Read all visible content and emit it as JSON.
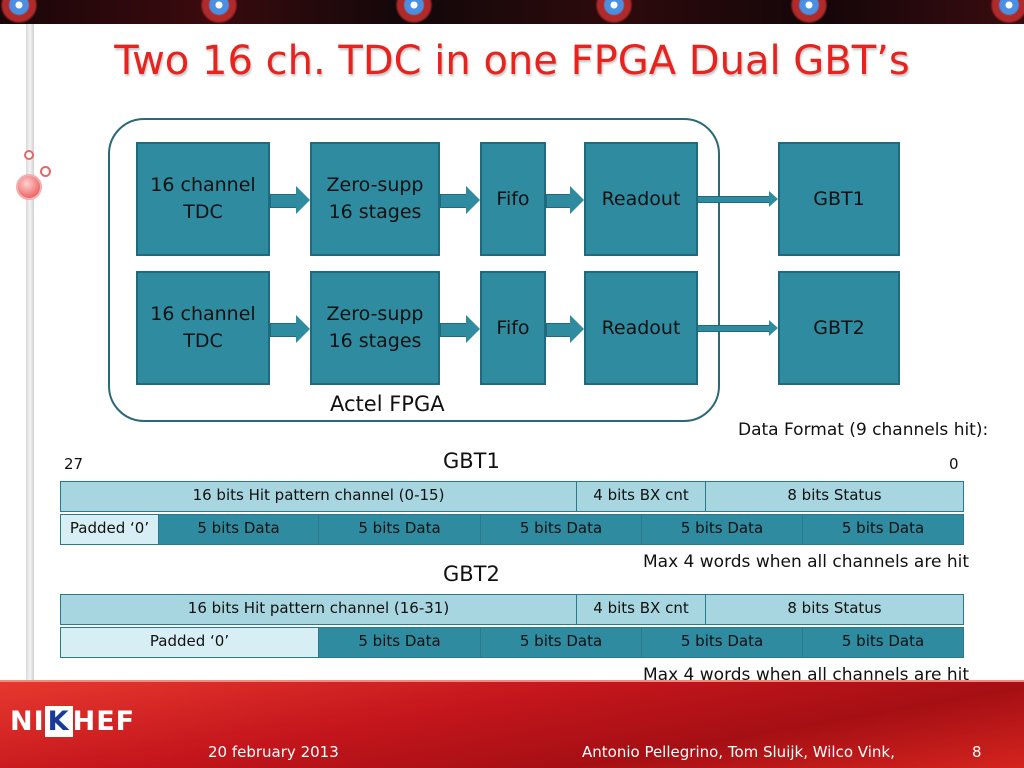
{
  "slide": {
    "title": "Two 16 ch. TDC in one FPGA Dual GBT’s",
    "page_number": "8"
  },
  "diagram": {
    "fpga_label": "Actel FPGA",
    "row1": {
      "tdc": "16 channel\nTDC",
      "zero_supp": "Zero-supp\n16 stages",
      "fifo": "Fifo",
      "readout": "Readout",
      "gbt": "GBT1"
    },
    "row2": {
      "tdc": "16 channel\nTDC",
      "zero_supp": "Zero-supp\n16 stages",
      "fifo": "Fifo",
      "readout": "Readout",
      "gbt": "GBT2"
    }
  },
  "data_format": {
    "caption": "Data Format (9 channels hit):",
    "bit_high": "27",
    "bit_low": "0",
    "gbt1": {
      "heading": "GBT1",
      "header_row": [
        "16 bits Hit pattern channel (0-15)",
        "4 bits BX cnt",
        "8 bits Status"
      ],
      "data_row": [
        "Padded ‘0’",
        "5 bits Data",
        "5 bits Data",
        "5 bits Data",
        "5 bits Data",
        "5 bits Data"
      ],
      "note": "Max 4 words when all channels are hit"
    },
    "gbt2": {
      "heading": "GBT2",
      "header_row": [
        "16 bits Hit pattern channel (16-31)",
        "4 bits BX cnt",
        "8 bits Status"
      ],
      "data_row": [
        "Padded ‘0’",
        "5 bits Data",
        "5 bits Data",
        "5 bits Data",
        "5 bits Data"
      ],
      "note": "Max 4 words when all channels are hit"
    }
  },
  "footer": {
    "logo": "NIKHEF",
    "logo_parts": [
      "NI",
      "K",
      "HEF"
    ],
    "date": "20 february 2013",
    "authors": "Antonio Pellegrino, Tom Sluijk,  Wilco Vink,"
  },
  "colors": {
    "title": "#e8231d",
    "block_fill": "#2f8ba0",
    "header_cell": "#a8d6e0",
    "footer_band": "#c4161c"
  }
}
